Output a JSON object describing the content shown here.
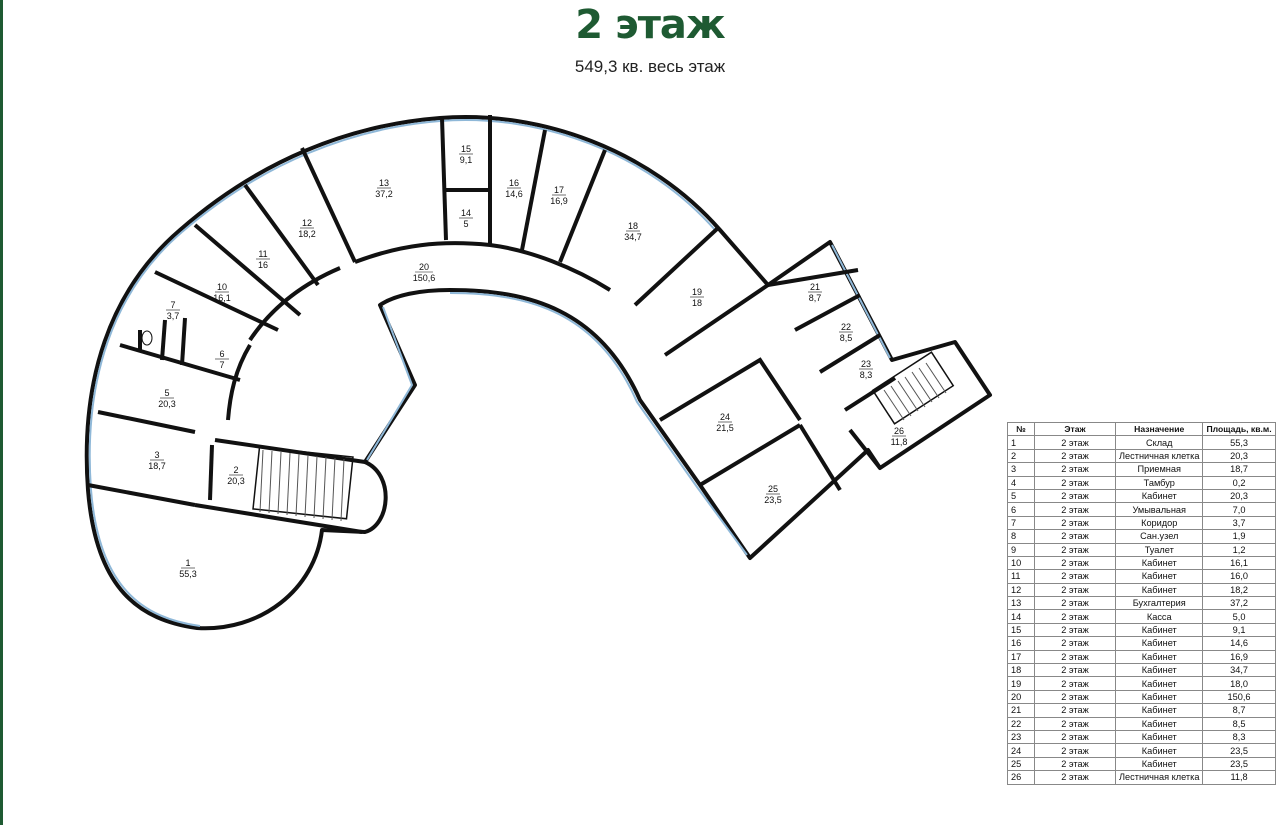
{
  "header": {
    "title": "2 этаж",
    "subtitle": "549,3 кв. весь этаж"
  },
  "rooms": [
    {
      "num": "1",
      "area": "55,3"
    },
    {
      "num": "2",
      "area": "20,3"
    },
    {
      "num": "3",
      "area": "18,7"
    },
    {
      "num": "5",
      "area": "20,3"
    },
    {
      "num": "6",
      "area": "7"
    },
    {
      "num": "7",
      "area": "3,7"
    },
    {
      "num": "10",
      "area": "16,1"
    },
    {
      "num": "11",
      "area": "16"
    },
    {
      "num": "12",
      "area": "18,2"
    },
    {
      "num": "13",
      "area": "37,2"
    },
    {
      "num": "14",
      "area": "5"
    },
    {
      "num": "15",
      "area": "9,1"
    },
    {
      "num": "16",
      "area": "14,6"
    },
    {
      "num": "17",
      "area": "16,9"
    },
    {
      "num": "18",
      "area": "34,7"
    },
    {
      "num": "19",
      "area": "18"
    },
    {
      "num": "20",
      "area": "150,6"
    },
    {
      "num": "21",
      "area": "8,7"
    },
    {
      "num": "22",
      "area": "8,5"
    },
    {
      "num": "23",
      "area": "8,3"
    },
    {
      "num": "24",
      "area": "21,5"
    },
    {
      "num": "25",
      "area": "23,5"
    },
    {
      "num": "26",
      "area": "11,8"
    }
  ],
  "legend": {
    "headers": [
      "№",
      "Этаж",
      "Назначение",
      "Площадь, кв.м."
    ],
    "rows": [
      [
        "1",
        "2 этаж",
        "Склад",
        "55,3"
      ],
      [
        "2",
        "2 этаж",
        "Лестничная клетка",
        "20,3"
      ],
      [
        "3",
        "2 этаж",
        "Приемная",
        "18,7"
      ],
      [
        "4",
        "2 этаж",
        "Тамбур",
        "0,2"
      ],
      [
        "5",
        "2 этаж",
        "Кабинет",
        "20,3"
      ],
      [
        "6",
        "2 этаж",
        "Умывальная",
        "7,0"
      ],
      [
        "7",
        "2 этаж",
        "Коридор",
        "3,7"
      ],
      [
        "8",
        "2 этаж",
        "Сан.узел",
        "1,9"
      ],
      [
        "9",
        "2 этаж",
        "Туалет",
        "1,2"
      ],
      [
        "10",
        "2 этаж",
        "Кабинет",
        "16,1"
      ],
      [
        "11",
        "2 этаж",
        "Кабинет",
        "16,0"
      ],
      [
        "12",
        "2 этаж",
        "Кабинет",
        "18,2"
      ],
      [
        "13",
        "2 этаж",
        "Бухгалтерия",
        "37,2"
      ],
      [
        "14",
        "2 этаж",
        "Касса",
        "5,0"
      ],
      [
        "15",
        "2 этаж",
        "Кабинет",
        "9,1"
      ],
      [
        "16",
        "2 этаж",
        "Кабинет",
        "14,6"
      ],
      [
        "17",
        "2 этаж",
        "Кабинет",
        "16,9"
      ],
      [
        "18",
        "2 этаж",
        "Кабинет",
        "34,7"
      ],
      [
        "19",
        "2 этаж",
        "Кабинет",
        "18,0"
      ],
      [
        "20",
        "2 этаж",
        "Кабинет",
        "150,6"
      ],
      [
        "21",
        "2 этаж",
        "Кабинет",
        "8,7"
      ],
      [
        "22",
        "2 этаж",
        "Кабинет",
        "8,5"
      ],
      [
        "23",
        "2 этаж",
        "Кабинет",
        "8,3"
      ],
      [
        "24",
        "2 этаж",
        "Кабинет",
        "23,5"
      ],
      [
        "25",
        "2 этаж",
        "Кабинет",
        "23,5"
      ],
      [
        "26",
        "2 этаж",
        "Лестничная клетка",
        "11,8"
      ]
    ]
  },
  "colors": {
    "title": "#1e5a32",
    "wall": "#111111",
    "window": "#8fb8d8"
  }
}
